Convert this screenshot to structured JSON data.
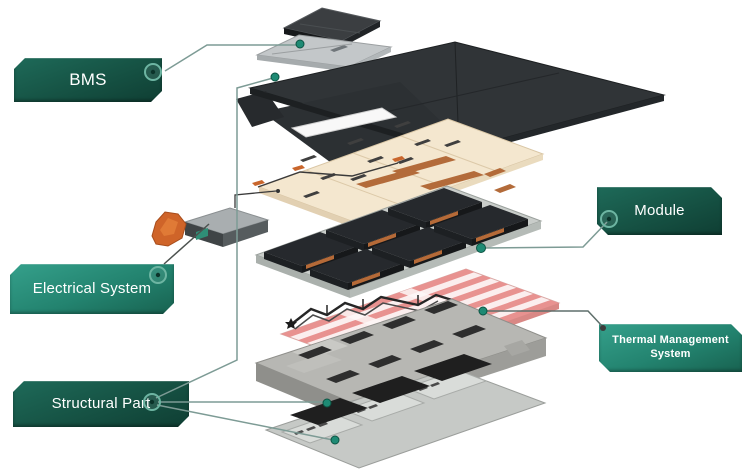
{
  "labels": {
    "bms": "BMS",
    "electrical_system": "Electrical System",
    "structural_part": "Structural Part",
    "module": "Module",
    "thermal_line1": "Thermal Management",
    "thermal_line2": "System"
  },
  "colors": {
    "label_dark_teal": "#175647",
    "label_medium_teal": "#23836f",
    "leader_line": "#7d9b95",
    "connector_dot": "#1e8a74",
    "connector_ring": "#6db5a2",
    "cover_black": "#303437",
    "insulation_cream": "#f4e7cf",
    "module_dark": "#26292d",
    "cooling_pink": "#e89290",
    "tray_gray": "#b7b7b3",
    "harness_orange": "#cf6429"
  },
  "icons": {
    "connector_ring": "circle-outline",
    "connector_dot": "filled-circle"
  },
  "diagram": {
    "type": "exploded-view",
    "subject": "battery pack",
    "parts": [
      "bms-unit-cover",
      "bms-tray",
      "top-cover",
      "insulation-layer",
      "wiring-harness",
      "battery-modules",
      "cooling-plates",
      "coolant-manifold",
      "mid-frame-tray",
      "bottom-tray",
      "electrical-box"
    ],
    "connections": [
      {
        "label": "BMS",
        "part": "bms-tray"
      },
      {
        "label": "Electrical System",
        "part": "electrical-box"
      },
      {
        "label": "Module",
        "part": "battery-modules"
      },
      {
        "label": "Thermal Management System",
        "part": "cooling-plates"
      },
      {
        "label": "Structural Part",
        "part": "top-cover"
      },
      {
        "label": "Structural Part",
        "part": "mid-frame-tray"
      },
      {
        "label": "Structural Part",
        "part": "bottom-tray"
      }
    ]
  }
}
